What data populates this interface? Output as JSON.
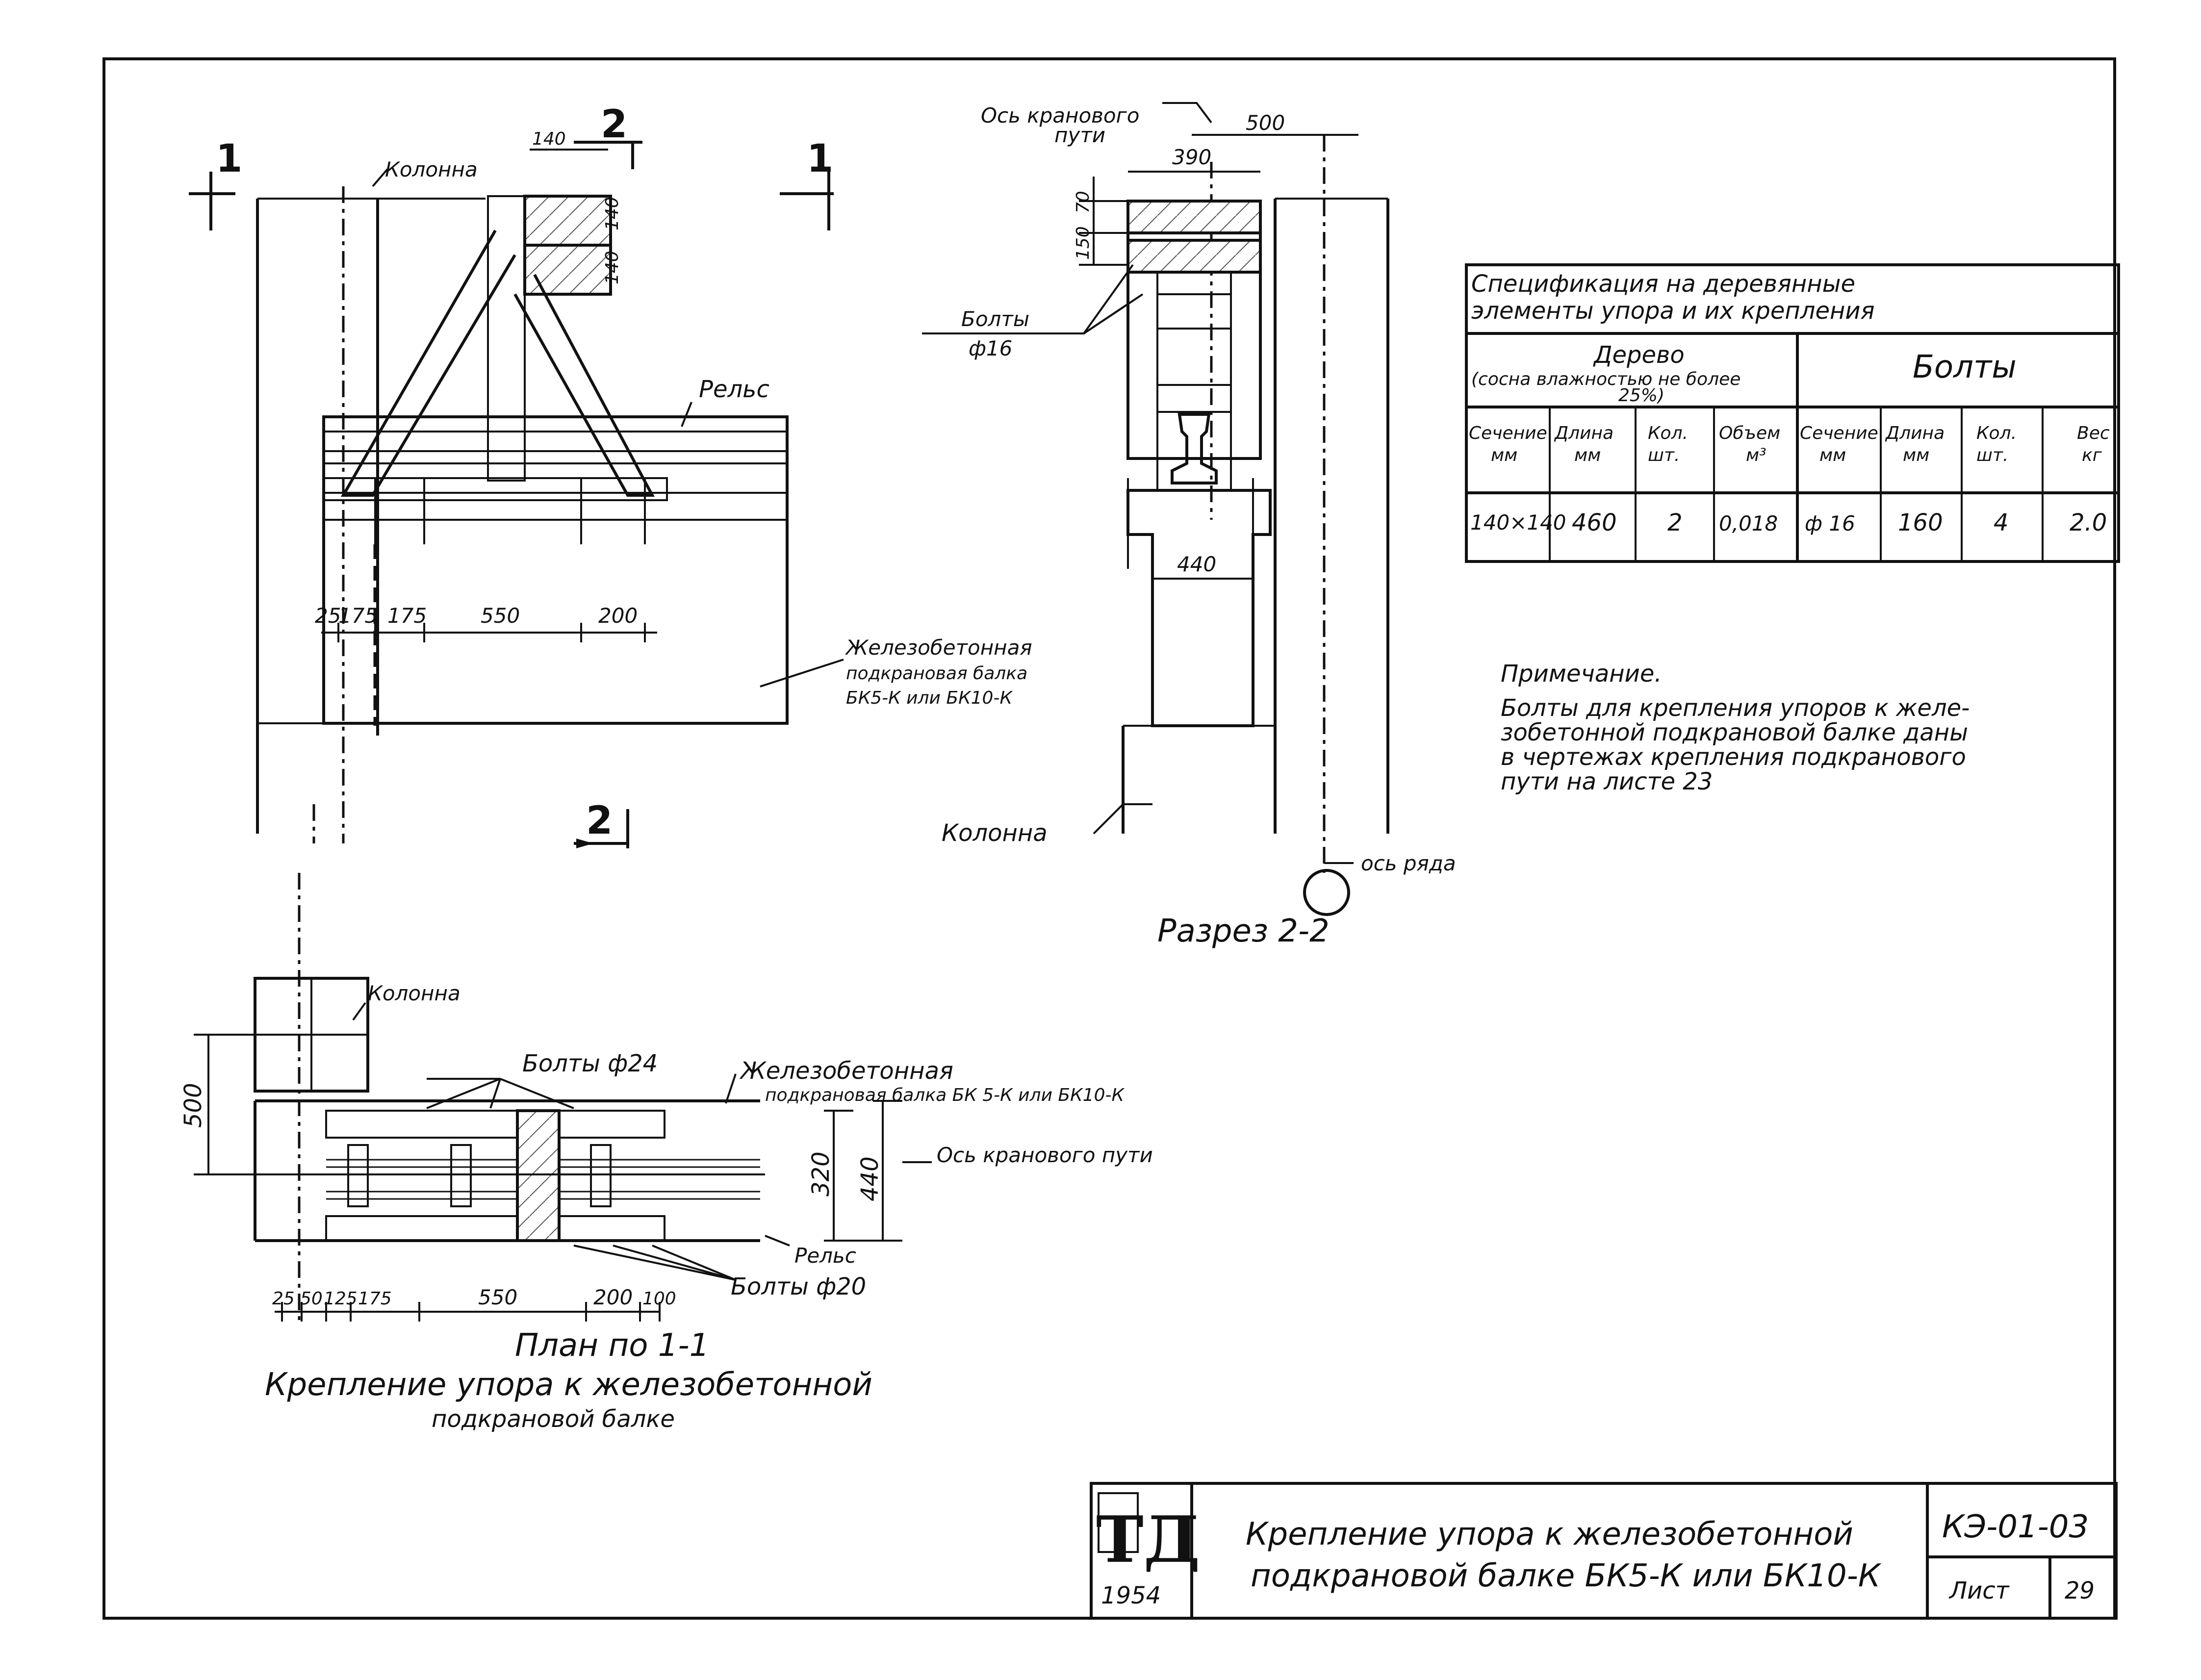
{
  "elevation": {
    "section_mark_left": "1",
    "section_mark_right": "1",
    "section_mark_top": "2",
    "section_mark_bottom": "2",
    "label_column": "Колонна",
    "label_rail": "Рельс",
    "label_beam_line1": "Железобетонная",
    "label_beam_line2": "подкрановая балка",
    "label_beam_line3": "БК5-К или БК10-К",
    "dim_top_width": "140",
    "dim_block_1": "140",
    "dim_block_2": "140",
    "dims": [
      "25",
      "175",
      "175",
      "550",
      "200"
    ]
  },
  "section": {
    "title": "Разрез 2-2",
    "label_axis_line1": "Ось кранового",
    "label_axis_line2": "пути",
    "label_bolts_line1": "Болты",
    "label_bolts_line2": "ф16",
    "label_column": "Колонна",
    "label_row_axis": "ось ряда",
    "dim_500": "500",
    "dim_390": "390",
    "dim_70": "70",
    "dim_150": "150",
    "dim_440": "440"
  },
  "plan": {
    "title": "План по 1-1",
    "caption_line1": "Крепление упора к железобетонной",
    "caption_line2": "подкрановой балке",
    "label_column": "Колонна",
    "label_bolts24": "Болты ф24",
    "label_beam_line1": "Железобетонная",
    "label_beam_line2": "подкрановая балка БК 5-К или БК10-К",
    "label_axis": "Ось кранового пути",
    "label_rail": "Рельс",
    "label_bolts20": "Болты ф20",
    "dim_500": "500",
    "dim_320": "320",
    "dim_440": "440",
    "dims": [
      "25",
      "50",
      "125",
      "175",
      "550",
      "200",
      "100"
    ]
  },
  "spec": {
    "title_line1": "Спецификация на деревянные",
    "title_line2": "элементы упора и их крепления",
    "group_wood_line1": "Дерево",
    "group_wood_line2": "(сосна влажностью не более",
    "group_wood_line3": "25%)",
    "group_bolts": "Болты",
    "headers": [
      {
        "l1": "Сечение",
        "l2": "мм"
      },
      {
        "l1": "Длина",
        "l2": "мм"
      },
      {
        "l1": "Кол.",
        "l2": "шт."
      },
      {
        "l1": "Объем",
        "l2": "м³"
      },
      {
        "l1": "Сечение",
        "l2": "мм"
      },
      {
        "l1": "Длина",
        "l2": "мм"
      },
      {
        "l1": "Кол.",
        "l2": "шт."
      },
      {
        "l1": "Вес",
        "l2": "кг"
      }
    ],
    "row": [
      "140×140",
      "460",
      "2",
      "0,018",
      "ф 16",
      "160",
      "4",
      "2.0"
    ]
  },
  "note": {
    "heading": "Примечание.",
    "line1": "Болты для крепления упоров к желе-",
    "line2": "зобетонной подкрановой балке даны",
    "line3": "в чертежах крепления подкранового",
    "line4": "пути на листе 23"
  },
  "title_block": {
    "logo": "ТД",
    "year": "1954",
    "title_line1": "Крепление упора к железобетонной",
    "title_line2": "подкрановой балке БК5-К или БК10-К",
    "code": "КЭ-01-03",
    "sheet_label": "Лист",
    "sheet_number": "29"
  }
}
